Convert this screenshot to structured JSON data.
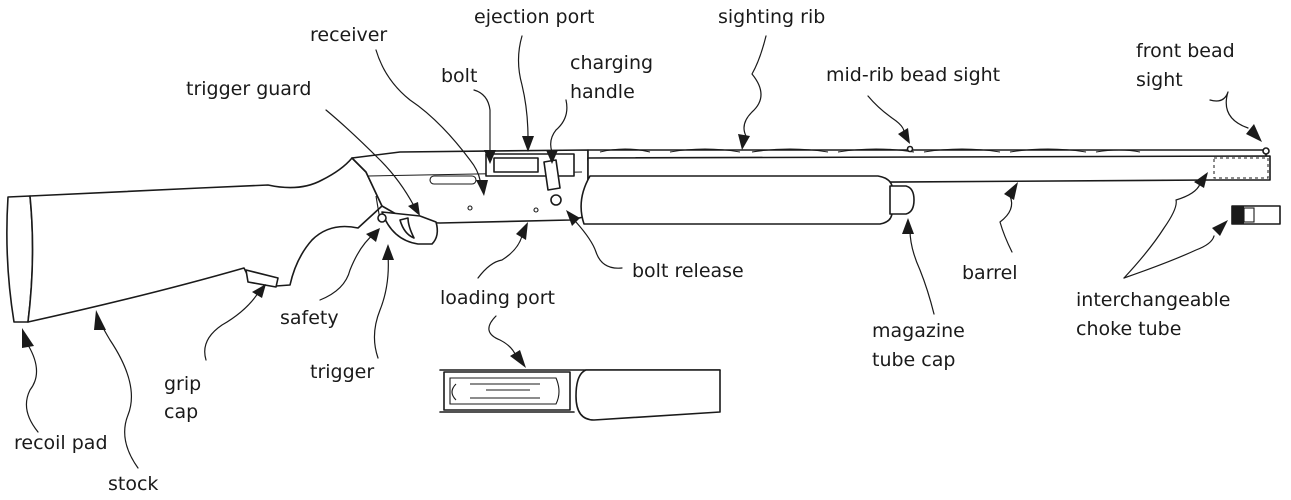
{
  "labels": {
    "recoil_pad": "recoil pad",
    "stock": "stock",
    "grip_cap_1": "grip",
    "grip_cap_2": "cap",
    "trigger": "trigger",
    "safety": "safety",
    "trigger_guard": "trigger guard",
    "receiver": "receiver",
    "bolt": "bolt",
    "ejection_port": "ejection port",
    "charging_handle_1": "charging",
    "charging_handle_2": "handle",
    "sighting_rib": "sighting rib",
    "mid_rib_bead_sight": "mid-rib bead sight",
    "front_bead_sight_1": "front bead",
    "front_bead_sight_2": "sight",
    "bolt_release": "bolt release",
    "loading_port": "loading port",
    "magazine_tube_cap_1": "magazine",
    "magazine_tube_cap_2": "tube cap",
    "barrel": "barrel",
    "choke_tube_1": "interchangeable",
    "choke_tube_2": "choke tube"
  },
  "colors": {
    "ink": "#1a1a1a",
    "background": "#ffffff"
  }
}
